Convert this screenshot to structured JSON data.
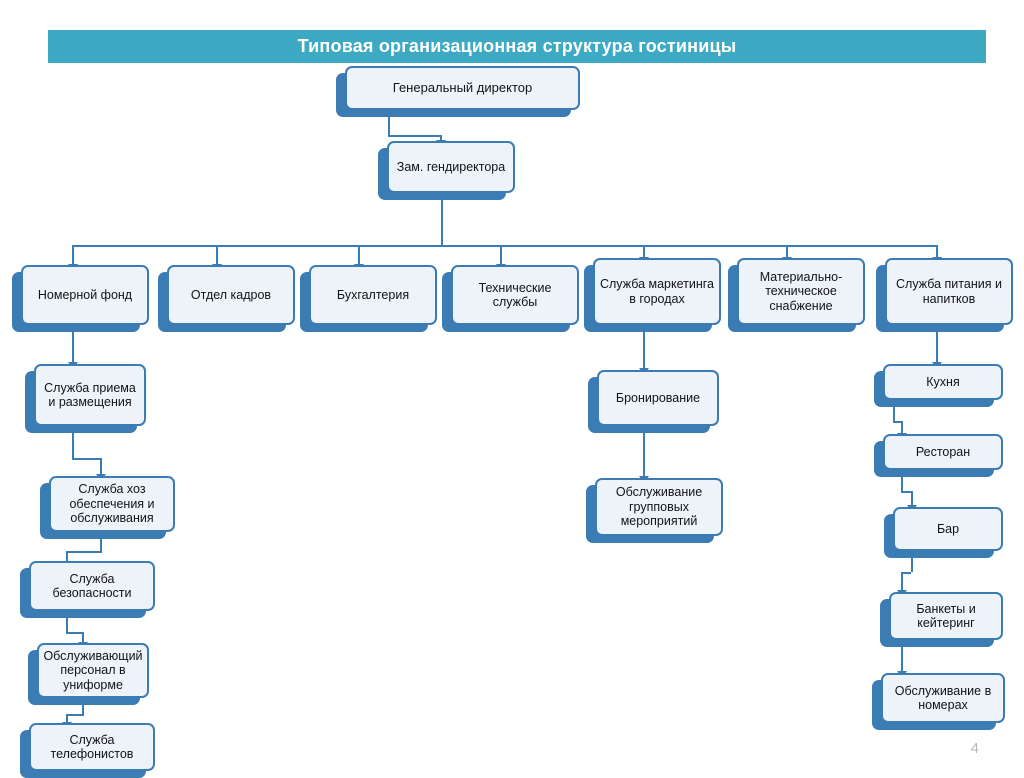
{
  "header": {
    "title": "Типовая организационная структура гостиницы"
  },
  "page_number": "4",
  "chart_data": {
    "type": "diagram",
    "title": "Типовая организационная структура гостиницы",
    "nodes": [
      {
        "id": "gd",
        "label": "Генеральный директор"
      },
      {
        "id": "zam",
        "label": "Зам. гендиректора"
      },
      {
        "id": "nf",
        "label": "Номерной фонд"
      },
      {
        "id": "ok",
        "label": "Отдел кадров"
      },
      {
        "id": "buh",
        "label": "Бухгалтерия"
      },
      {
        "id": "ts",
        "label": "Технические службы"
      },
      {
        "id": "smg",
        "label": "Служба маркетинга в городах"
      },
      {
        "id": "mts",
        "label": "Материально-техническое снабжение"
      },
      {
        "id": "spn",
        "label": "Служба питания и напитков"
      },
      {
        "id": "spr",
        "label": "Служба приема и размещения"
      },
      {
        "id": "shoz",
        "label": "Служба хоз обеспечения и обслуживания"
      },
      {
        "id": "sb",
        "label": "Служба безопасности"
      },
      {
        "id": "ospu",
        "label": "Обслуживающий персонал в униформе"
      },
      {
        "id": "stel",
        "label": "Служба телефонистов"
      },
      {
        "id": "bron",
        "label": "Бронирование"
      },
      {
        "id": "ogm",
        "label": "Обслуживание групповых мероприятий"
      },
      {
        "id": "kuh",
        "label": "Кухня"
      },
      {
        "id": "rest",
        "label": "Ресторан"
      },
      {
        "id": "bar",
        "label": "Бар"
      },
      {
        "id": "bank",
        "label": "Банкеты и кейтеринг"
      },
      {
        "id": "onm",
        "label": "Обслуживание в номерах"
      }
    ],
    "edges": [
      [
        "gd",
        "zam"
      ],
      [
        "zam",
        "nf"
      ],
      [
        "zam",
        "ok"
      ],
      [
        "zam",
        "buh"
      ],
      [
        "zam",
        "ts"
      ],
      [
        "zam",
        "smg"
      ],
      [
        "zam",
        "mts"
      ],
      [
        "zam",
        "spn"
      ],
      [
        "nf",
        "spr"
      ],
      [
        "spr",
        "shoz"
      ],
      [
        "shoz",
        "sb"
      ],
      [
        "sb",
        "ospu"
      ],
      [
        "ospu",
        "stel"
      ],
      [
        "smg",
        "bron"
      ],
      [
        "bron",
        "ogm"
      ],
      [
        "spn",
        "kuh"
      ],
      [
        "kuh",
        "rest"
      ],
      [
        "rest",
        "bar"
      ],
      [
        "bar",
        "bank"
      ],
      [
        "bank",
        "onm"
      ]
    ],
    "colors": {
      "header": "#3ea9c3",
      "node_border": "#3b7cb5",
      "node_fill": "#eef3fa"
    }
  }
}
